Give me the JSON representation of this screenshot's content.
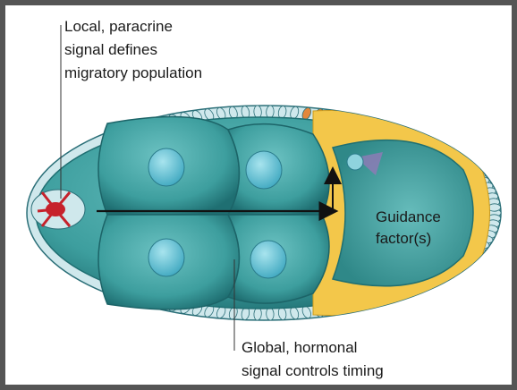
{
  "labels": {
    "top_note": [
      "Local, paracrine",
      "signal defines",
      "migratory population"
    ],
    "bottom_note": [
      "Global, hormonal",
      "signal controls timing"
    ],
    "guidance": [
      "Guidance",
      "factor(s)"
    ]
  },
  "colors": {
    "frame": "#555555",
    "background": "#ffffff",
    "nurse_cell": "#3d9e9e",
    "nurse_cell_dark": "#1f6f72",
    "nucleus": "#5fc3d6",
    "follicle_cell": "#cfe8ec",
    "follicle_cell_highlight": "#e3873b",
    "oocyte": "#3f9d9c",
    "yolk_band": "#f3c74a",
    "border_cells": "#c6212b",
    "arrows": "#111111"
  }
}
